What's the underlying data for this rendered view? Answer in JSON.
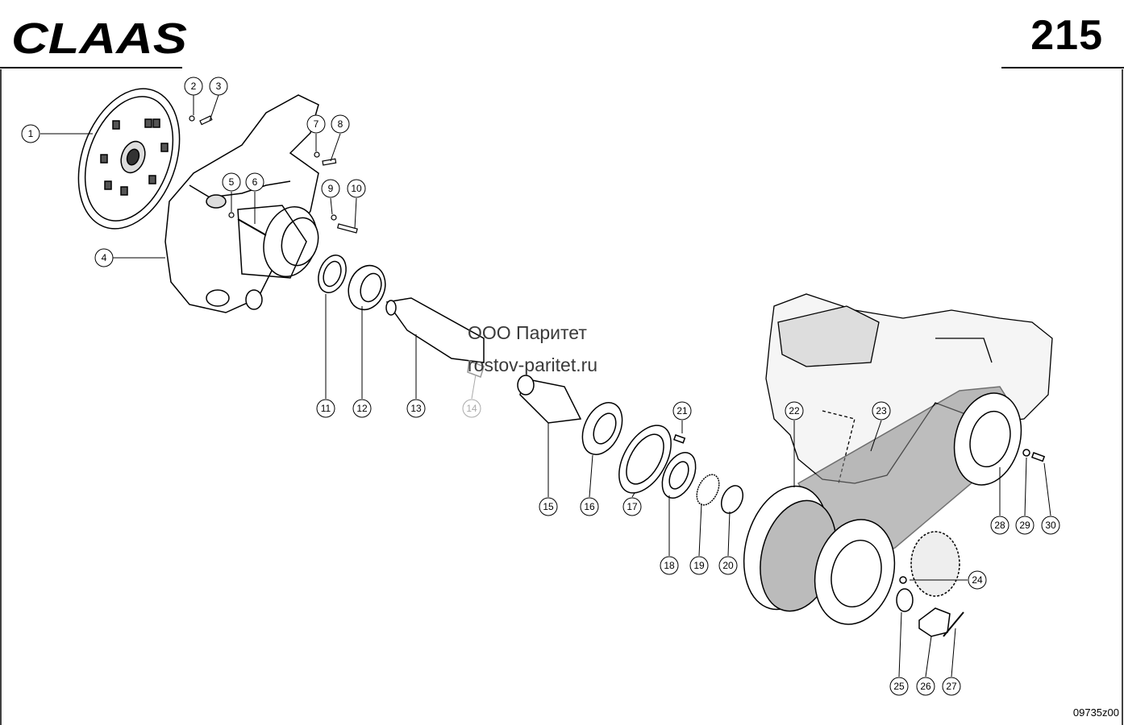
{
  "header": {
    "brand": "CLAAS",
    "page_number": "215"
  },
  "footer": {
    "drawing_code": "09735z00"
  },
  "watermark": {
    "line1": "ООО Паритет",
    "line2": "rostov-paritet.ru"
  },
  "callouts": [
    "1",
    "2",
    "3",
    "4",
    "5",
    "6",
    "7",
    "8",
    "9",
    "10",
    "11",
    "12",
    "13",
    "14",
    "15",
    "16",
    "17",
    "18",
    "19",
    "20",
    "21",
    "22",
    "23",
    "24",
    "25",
    "26",
    "27",
    "28",
    "29",
    "30"
  ],
  "icons": [
    "claas-logo-icon"
  ]
}
